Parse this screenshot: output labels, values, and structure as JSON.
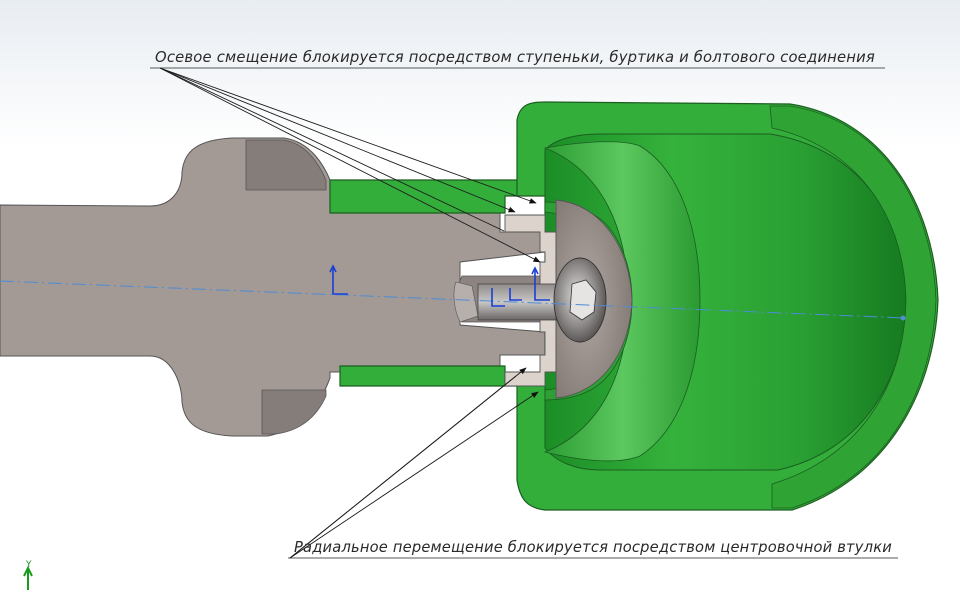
{
  "annotations": {
    "top": "Осевое смещение блокируется посредством ступеньки, буртика и болтового соединения",
    "bottom": "Радиальное перемещение блокируется посредством центровочной втулки"
  },
  "triad": {
    "axis_label": "Y"
  },
  "colors": {
    "shaft": "#a39a96",
    "shaft_dark": "#8a817d",
    "housing": "#34ae3a",
    "housing_dark": "#1f7f27",
    "sleeve": "#dcd4cc",
    "disc": "#9a908a",
    "bolt": "#6f6c6b",
    "axis_line": "#4d8cd6",
    "leader": "#1c1c1c"
  },
  "icons": [
    "coordinate-triad-icon",
    "origin-marker-icon"
  ]
}
